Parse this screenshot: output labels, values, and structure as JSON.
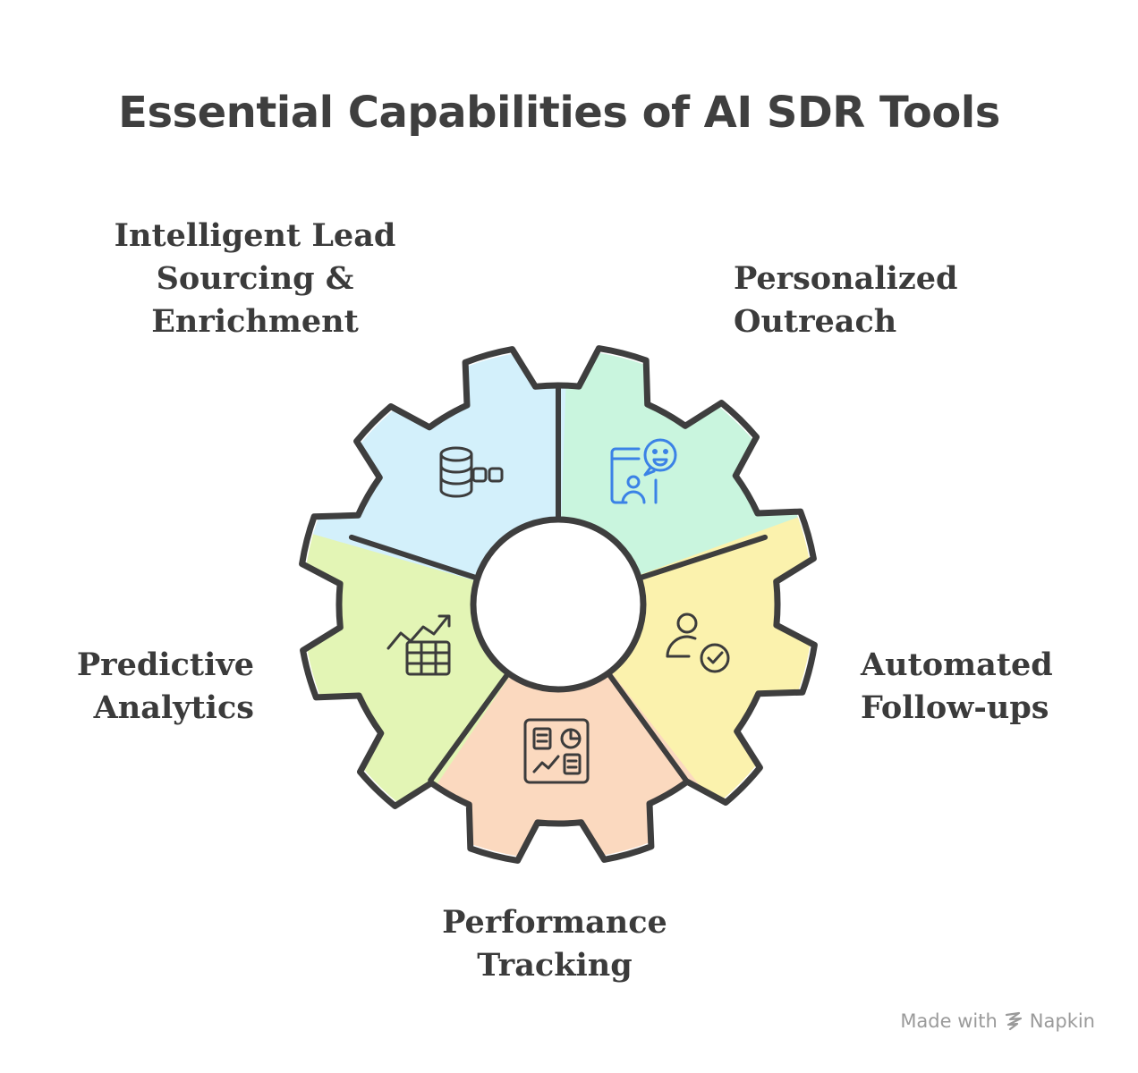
{
  "title": "Essential Capabilities of AI SDR Tools",
  "segments": [
    {
      "id": "lead",
      "line1": "Intelligent Lead",
      "line2": "Sourcing &",
      "line3": "Enrichment",
      "icon": "database-link-icon",
      "fill": "#d3f0fb"
    },
    {
      "id": "outreach",
      "line1": "Personalized",
      "line2": "Outreach",
      "icon": "ai-chat-person-icon",
      "fill": "#c9f5de"
    },
    {
      "id": "followup",
      "line1": "Automated",
      "line2": "Follow-ups",
      "icon": "user-check-icon",
      "fill": "#fbf2ad"
    },
    {
      "id": "perf",
      "line1": "Performance",
      "line2": "Tracking",
      "icon": "dashboard-icon",
      "fill": "#fbd9bf"
    },
    {
      "id": "predict",
      "line1": "Predictive",
      "line2": "Analytics",
      "icon": "chart-table-icon",
      "fill": "#e3f5b5"
    }
  ],
  "colors": {
    "outline": "#3e3e3e",
    "icon_dark": "#3c3c3c",
    "icon_accent": "#3b82e6",
    "text": "#3b3b3b"
  },
  "watermark": {
    "prefix": "Made with",
    "brand": "Napkin"
  }
}
